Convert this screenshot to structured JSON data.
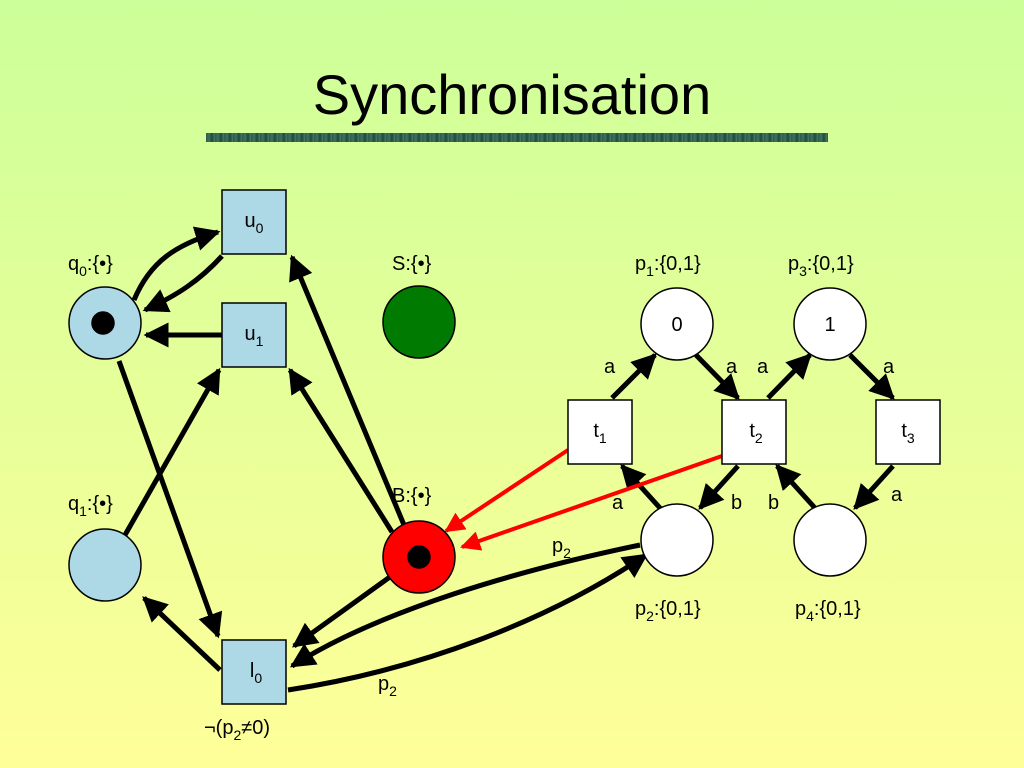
{
  "title": "Synchronisation",
  "places": {
    "q0": {
      "label": "q",
      "sub": "0",
      "suffix": ":{•}"
    },
    "q1": {
      "label": "q",
      "sub": "1",
      "suffix": ":{•}"
    },
    "s": {
      "label": "S:{•}"
    },
    "b": {
      "label": "B:{•}"
    },
    "p1": {
      "label": "p",
      "sub": "1",
      "suffix": ":{0,1}",
      "value": "0"
    },
    "p3": {
      "label": "p",
      "sub": "3",
      "suffix": ":{0,1}",
      "value": "1"
    },
    "p2": {
      "label": "p",
      "sub": "2",
      "suffix": ":{0,1}"
    },
    "p4": {
      "label": "p",
      "sub": "4",
      "suffix": ":{0,1}"
    }
  },
  "transitions": {
    "u0": {
      "label": "u",
      "sub": "0"
    },
    "u1": {
      "label": "u",
      "sub": "1"
    },
    "l0": {
      "label": "l",
      "sub": "0"
    },
    "t1": {
      "label": "t",
      "sub": "1"
    },
    "t2": {
      "label": "t",
      "sub": "2"
    },
    "t3": {
      "label": "t",
      "sub": "3"
    }
  },
  "guard": {
    "prefix": "¬(p",
    "sub": "2",
    "suffix": "≠0)"
  },
  "arc_labels": {
    "a": "a",
    "b": "b",
    "p2": {
      "label": "p",
      "sub": "2"
    }
  },
  "colors": {
    "place_blue": "#add8e6",
    "place_green": "#007a00",
    "place_red": "#ff0000",
    "sync_arrow": "#ff0000"
  }
}
